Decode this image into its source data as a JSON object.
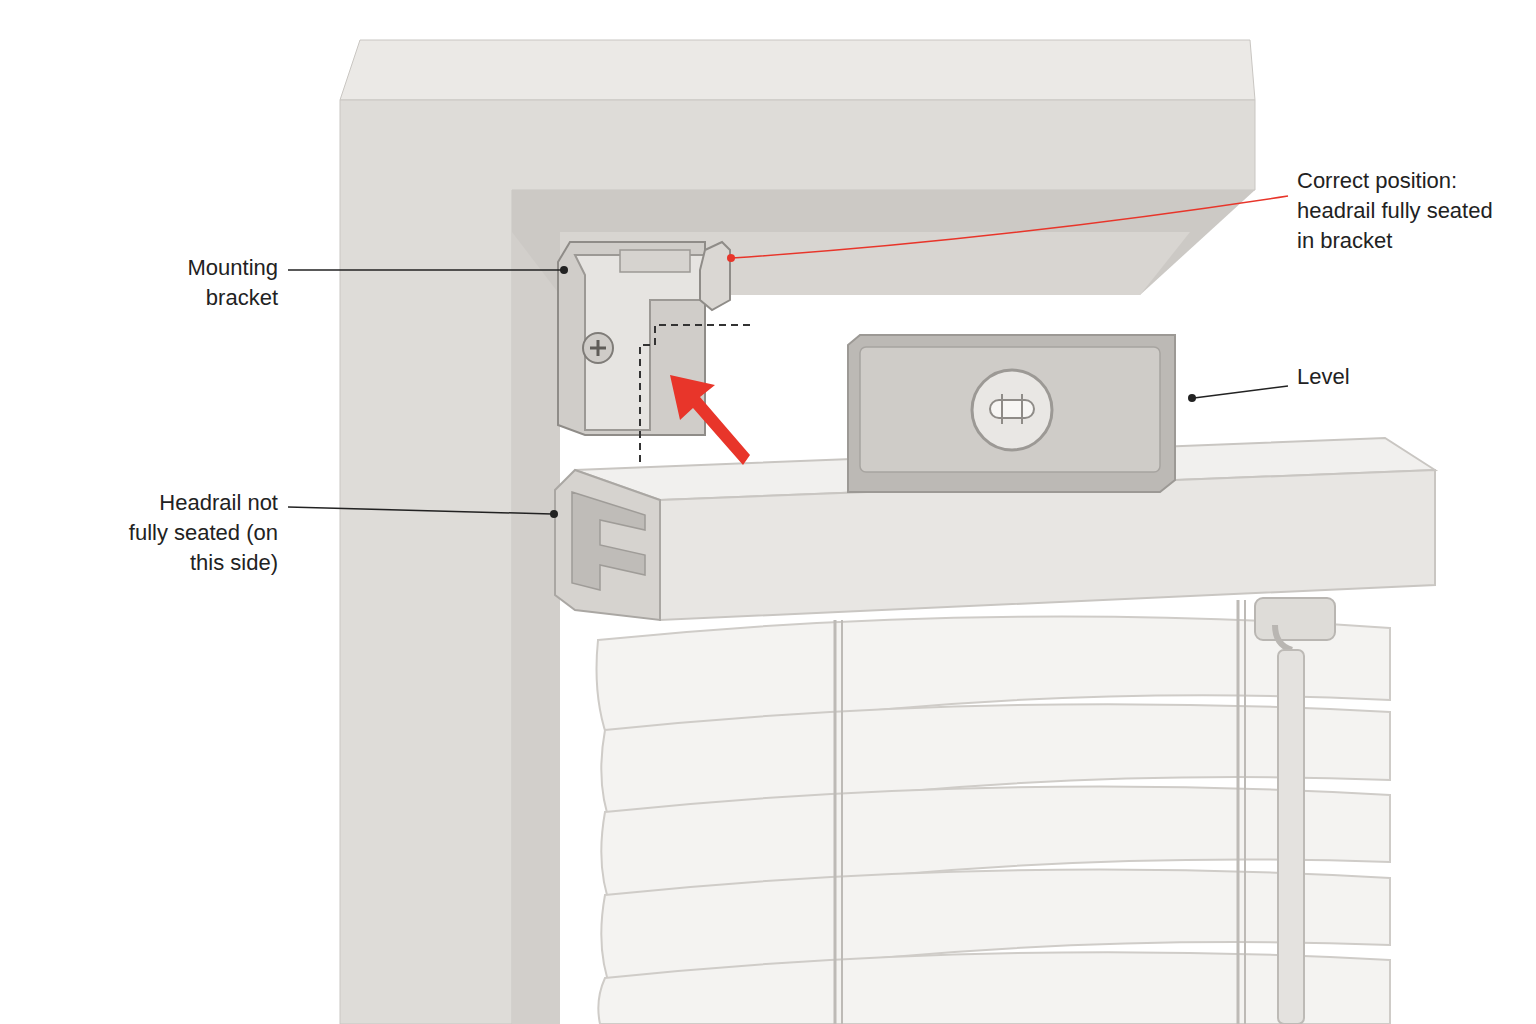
{
  "diagram": {
    "labels": [
      "Mounting bracket",
      "Correct position: headrail fully seated in bracket",
      "Level",
      "Headrail not fully seated (on this side)"
    ]
  }
}
